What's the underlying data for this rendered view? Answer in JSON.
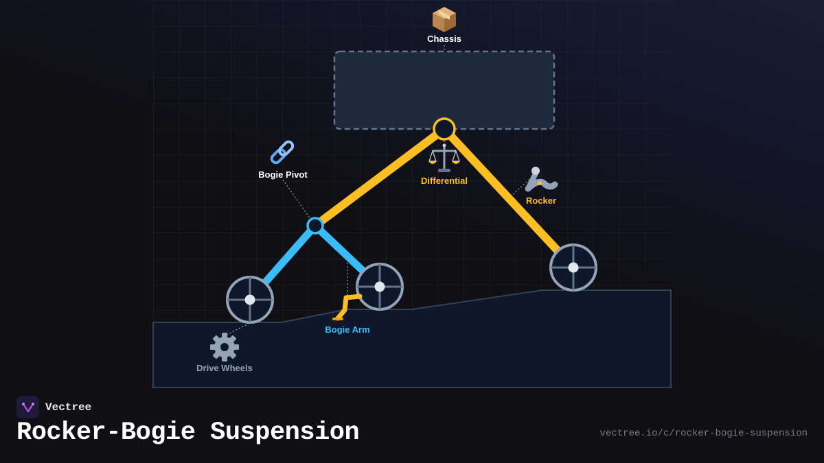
{
  "brand": {
    "name": "Vectree"
  },
  "page": {
    "title": "Rocker-Bogie Suspension",
    "url": "vectree.io/c/rocker-bogie-suspension"
  },
  "colors": {
    "rocker": "#fbbf24",
    "bogie": "#38bdf8",
    "wheel": "#94a3b8",
    "chassis_fill": "#1e293b",
    "terrain_fill": "#0f172a",
    "label_white": "#ffffff",
    "label_gray": "#94a3b8"
  },
  "labels": {
    "chassis": {
      "text": "Chassis",
      "icon": "package-icon"
    },
    "differential": {
      "text": "Differential",
      "icon": "balance-scale-icon"
    },
    "rocker": {
      "text": "Rocker",
      "icon": "flexed-arm-icon"
    },
    "bogie_pivot": {
      "text": "Bogie Pivot",
      "icon": "link-icon"
    },
    "bogie_arm": {
      "text": "Bogie Arm",
      "icon": "leg-icon"
    },
    "drive_wheels": {
      "text": "Drive Wheels",
      "icon": "gear-icon"
    }
  }
}
